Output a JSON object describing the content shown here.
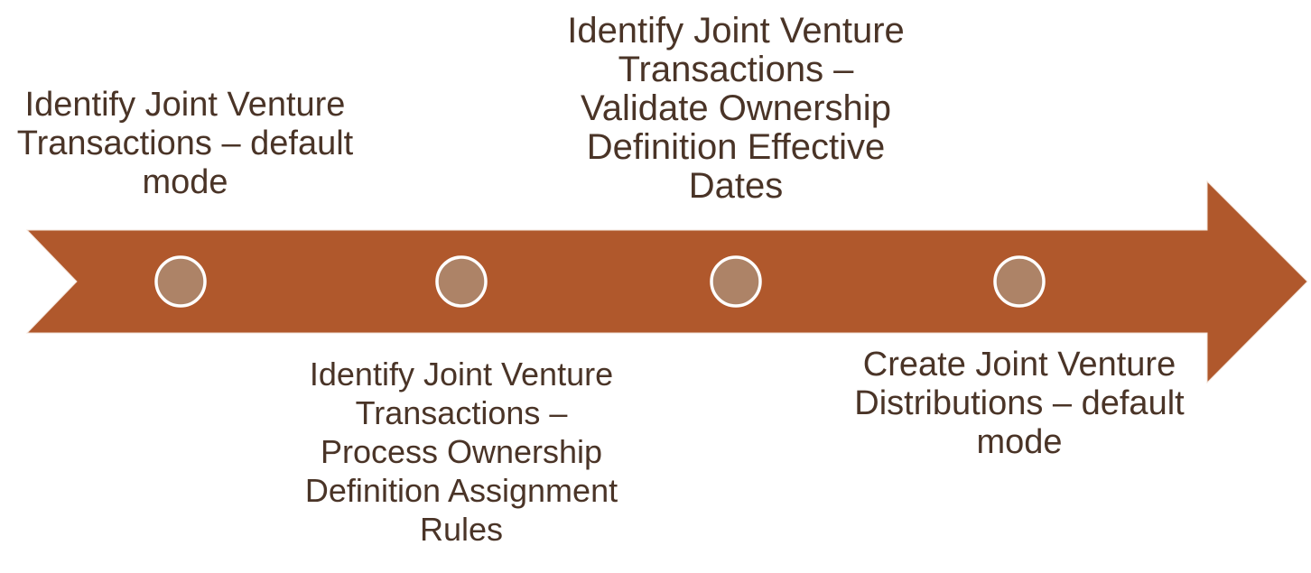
{
  "diagram": {
    "type": "timeline-arrow",
    "colors": {
      "background": "#FFFFFF",
      "arrow_fill": "#B0582C",
      "arrow_outline": "#F2E3D9",
      "node_fill": "#AD8367",
      "node_stroke": "#FFFFFF",
      "label_text": "#4A3427"
    },
    "nodes": [
      {
        "id": 1,
        "label_position": "above",
        "label": "Identify Joint Venture Transactions – default mode",
        "lines": [
          "Identify Joint Venture",
          "Transactions – default",
          "mode"
        ]
      },
      {
        "id": 2,
        "label_position": "below",
        "label": "Identify Joint Venture Transactions – Process Ownership Definition Assignment Rules",
        "lines": [
          "Identify Joint Venture",
          "Transactions –",
          "Process Ownership",
          "Definition Assignment",
          "Rules"
        ]
      },
      {
        "id": 3,
        "label_position": "above",
        "label": "Identify Joint Venture Transactions – Validate Ownership Definition Effective Dates",
        "lines": [
          "Identify Joint Venture",
          "Transactions –",
          "Validate Ownership",
          "Definition Effective",
          "Dates"
        ]
      },
      {
        "id": 4,
        "label_position": "below",
        "label": "Create Joint Venture Distributions – default mode",
        "lines": [
          "Create Joint Venture",
          "Distributions – default",
          "mode"
        ]
      }
    ]
  }
}
